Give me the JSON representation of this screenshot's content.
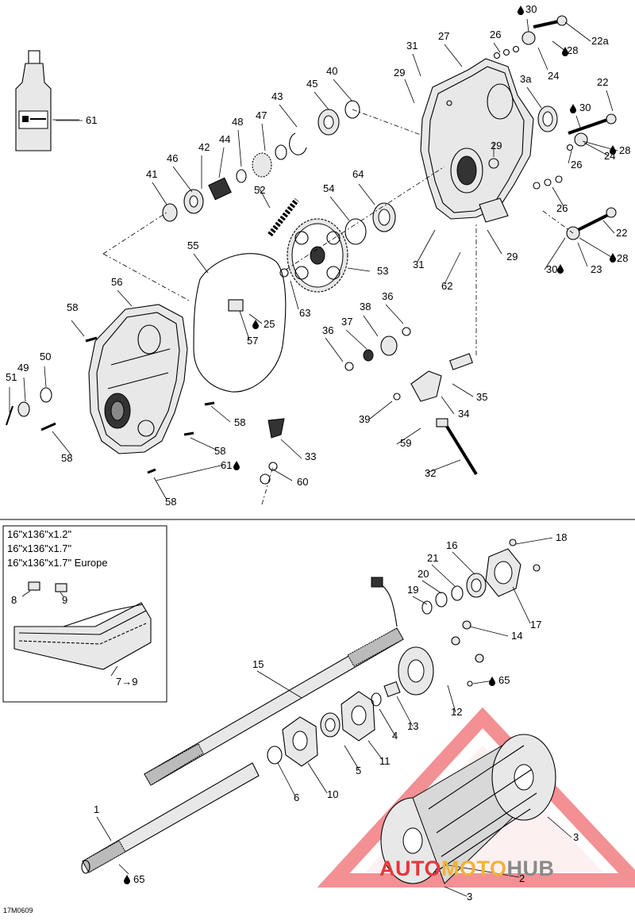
{
  "variant_box": {
    "lines": [
      "16\"x136\"x1.2\"",
      "16\"x136\"x1.7\"",
      "16\"x136\"x1.7\" Europe"
    ],
    "callouts": [
      "8",
      "9",
      "7→9"
    ]
  },
  "top_assembly_callouts": [
    "30",
    "27",
    "26",
    "22a",
    "31",
    "29",
    "28",
    "24",
    "3a",
    "45",
    "40",
    "22",
    "43",
    "30",
    "47",
    "61",
    "48",
    "29",
    "28",
    "26",
    "24",
    "44",
    "42",
    "46",
    "41",
    "52",
    "64",
    "54",
    "26",
    "22",
    "28",
    "55",
    "31",
    "29",
    "53",
    "23",
    "30",
    "62",
    "56",
    "63",
    "36",
    "38",
    "58",
    "25",
    "37",
    "36",
    "57",
    "50",
    "51",
    "49",
    "35",
    "58",
    "34",
    "39",
    "58",
    "59",
    "33",
    "58",
    "61",
    "60",
    "32",
    "58"
  ],
  "bottom_assembly_callouts": [
    "18",
    "16",
    "21",
    "20",
    "19",
    "14",
    "17",
    "15",
    "65",
    "13",
    "12",
    "4",
    "11",
    "5",
    "10",
    "6",
    "1",
    "3",
    "65",
    "2",
    "3"
  ],
  "document_code": "17M0609",
  "watermark": {
    "part_auto": "AUTO",
    "part_moto": "MOTO",
    "part_hub": "HUB",
    "color_red": "#e8363c",
    "color_gold": "#f0b23a",
    "color_gray": "#8a8a8a"
  },
  "icons": [
    "oil-drop-icon"
  ]
}
